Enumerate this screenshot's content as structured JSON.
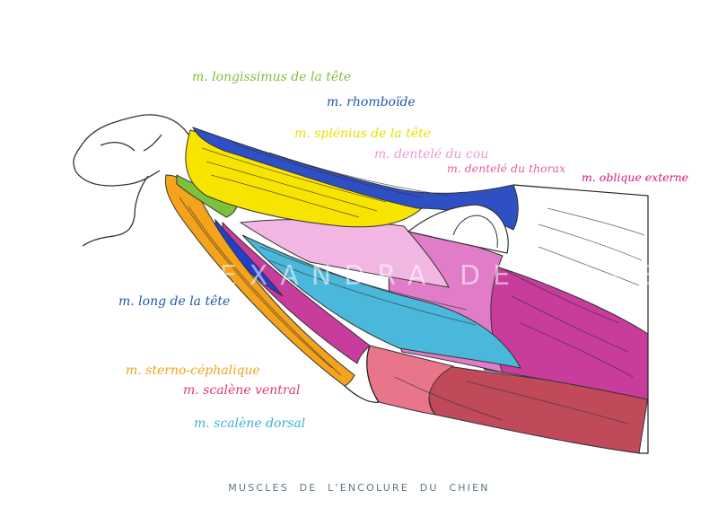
{
  "labels": {
    "longissimus": "m. longissimus de la tête",
    "rhomboide": "m. rhomboïde",
    "splenius": "m. splénius de la tête",
    "dentele_cou": "m. dentelé du cou",
    "dentele_thorax": "m. dentelé du thorax",
    "oblique_externe": "m. oblique externe",
    "long_tete": "m. long de la tête",
    "sterno_cephalique": "m. sterno-céphalique",
    "scalene_ventral": "m. scalène ventral",
    "scalene_dorsal": "m. scalène dorsal"
  },
  "watermark": "© ALEXANDRA DE NAZELLE",
  "caption": "MUSCLES DE L'ENCOLURE DU CHIEN",
  "colors": {
    "longissimus": "#7dc13f",
    "rhomboide": "#2f4fc4",
    "splenius": "#f7e400",
    "dentele_cou": "#f2b6e2",
    "dentele_thorax": "#e07cc8",
    "oblique_externe": "#c83c9c",
    "long_tete": "#1f3fcf",
    "sterno_cephalique": "#f4a31a",
    "scalene_ventral": "#e8758a",
    "scalene_dorsal": "#4ab8da",
    "deep_red": "#c04a5a",
    "outline": "#222222"
  }
}
